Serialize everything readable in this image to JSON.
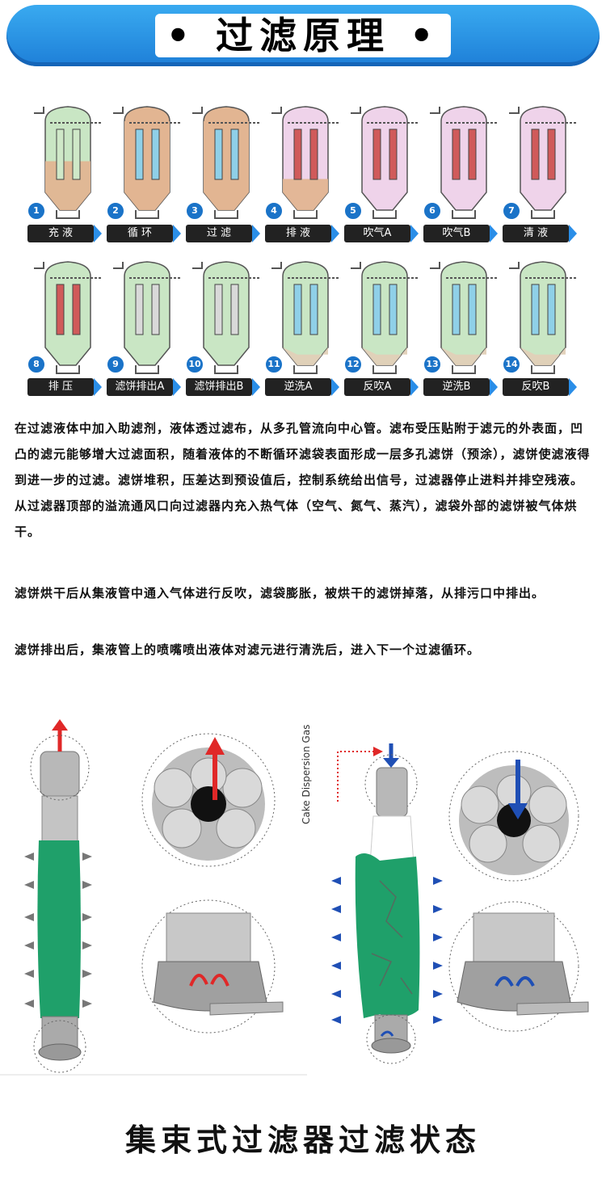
{
  "banner": {
    "title": "• 过滤原理 •"
  },
  "steps": [
    {
      "num": "1",
      "label": "充  液"
    },
    {
      "num": "2",
      "label": "循  环"
    },
    {
      "num": "3",
      "label": "过  滤"
    },
    {
      "num": "4",
      "label": "排  液"
    },
    {
      "num": "5",
      "label": "吹气A"
    },
    {
      "num": "6",
      "label": "吹气B"
    },
    {
      "num": "7",
      "label": "清  液"
    },
    {
      "num": "8",
      "label": "排  压"
    },
    {
      "num": "9",
      "label": "滤饼排出A"
    },
    {
      "num": "10",
      "label": "滤饼排出B"
    },
    {
      "num": "11",
      "label": "逆洗A"
    },
    {
      "num": "12",
      "label": "反吹A"
    },
    {
      "num": "13",
      "label": "逆洗B"
    },
    {
      "num": "14",
      "label": "反吹B"
    }
  ],
  "paragraphs": [
    "在过滤液体中加入助滤剂，液体透过滤布，从多孔管流向中心管。滤布受压贴附于滤元的外表面，凹凸的滤元能够增大过滤面积，随着液体的不断循环滤袋表面形成一层多孔滤饼（预涂），滤饼使滤液得到进一步的过滤。滤饼堆积，压差达到预设值后，控制系统给出信号，过滤器停止进料并排空残液。从过滤器顶部的溢流通风口向过滤器内充入热气体（空气、氮气、蒸汽），滤袋外部的滤饼被气体烘干。",
    "滤饼烘干后从集液管中通入气体进行反吹，滤袋膨胀，被烘干的滤饼掉落，从排污口中排出。",
    "滤饼排出后，集液管上的喷嘴喷出液体对滤元进行清洗后，进入下一个过滤循环。"
  ],
  "diagram": {
    "gas_label": "Cake Dispersion Gas"
  },
  "bottom_title": "集束式过滤器过滤状态",
  "colors": {
    "accent": "#1e7fd8",
    "tank_green": "#c9e6c4",
    "liquid_brown": "#e2b592",
    "cake_green": "#1fa06a",
    "steel": "#9a9a9a",
    "flow_red": "#e02828",
    "flow_blue": "#1f4fb5"
  }
}
